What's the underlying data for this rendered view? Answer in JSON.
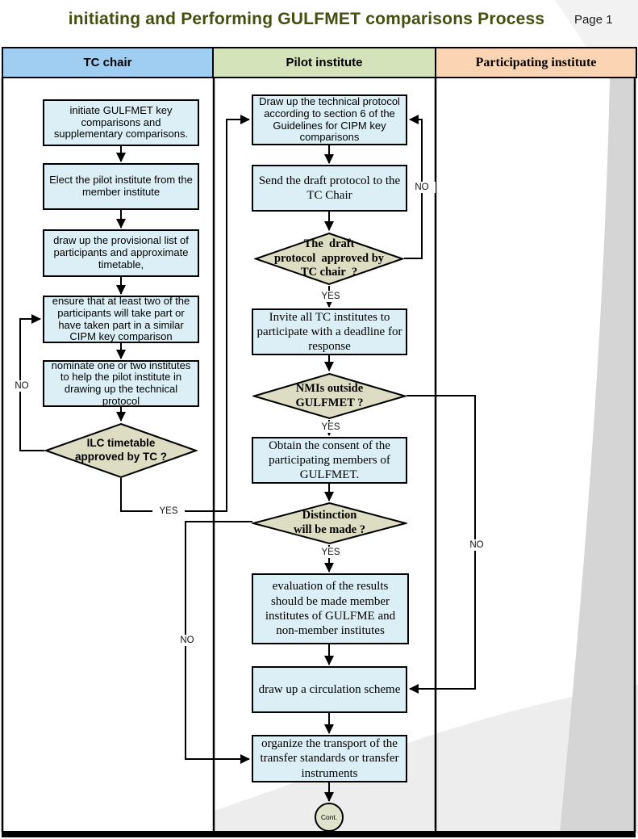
{
  "page": {
    "title": "initiating and Performing GULFMET comparisons Process",
    "page_label": "Page 1"
  },
  "lanes": [
    {
      "label": "TC chair"
    },
    {
      "label": "Pilot institute"
    },
    {
      "label": "Participating institute"
    }
  ],
  "nodes": {
    "tc1": {
      "text": "initiate GULFMET key comparisons and supplementary comparisons."
    },
    "tc2": {
      "text": "Elect the pilot institute from the member institute"
    },
    "tc3": {
      "text": "draw up the provisional list of participants and approximate timetable,"
    },
    "tc4": {
      "text": "ensure that at least two of the participants will take part or have taken part in a similar CIPM key comparison"
    },
    "tc5": {
      "text": "nominate one or two institutes to help the pilot institute in drawing up the technical protocol"
    },
    "tcD1": {
      "lines": [
        "ILC timetable",
        "approved by TC ?"
      ]
    },
    "p1": {
      "text": "Draw up the technical protocol according to section 6 of the Guidelines for CIPM key comparisons"
    },
    "p2": {
      "text": "Send the draft protocol to the TC Chair"
    },
    "pD1": {
      "lines": [
        "The  draft",
        "protocol  approved by",
        "TC chair  ?"
      ]
    },
    "p3": {
      "text": "Invite all TC institutes to participate with a deadline for response"
    },
    "pD2": {
      "lines": [
        "NMIs outside",
        "GULFMET ?"
      ]
    },
    "p4": {
      "text": "Obtain the consent of the participating members of GULFMET."
    },
    "pD3": {
      "lines": [
        "Distinction",
        "will be made ?"
      ]
    },
    "p5": {
      "text": "evaluation of the results should be made member institutes of GULFME and non-member institutes"
    },
    "p6": {
      "text": "draw up a circulation scheme"
    },
    "p7": {
      "text": "organize the transport of the transfer standards or transfer instruments"
    },
    "cont": {
      "text": "Cont."
    }
  },
  "edge_labels": {
    "tc_no": "NO",
    "tc_yes": "YES",
    "pd1_no": "NO",
    "pd1_yes": "YES",
    "pd2_no": "NO",
    "pd2_yes": "YES",
    "pd3_no": "NO",
    "pd3_yes": "YES"
  },
  "colors": {
    "lane_tc": "#A0CEF3",
    "lane_pilot": "#D5E3BB",
    "lane_participating": "#FBD5B3",
    "process_fill": "#DCEFF6",
    "decision_fill": "#DCDDC3",
    "terminal_fill": "#DFE3CB",
    "title_text": "#454F10",
    "line": "#000000"
  }
}
